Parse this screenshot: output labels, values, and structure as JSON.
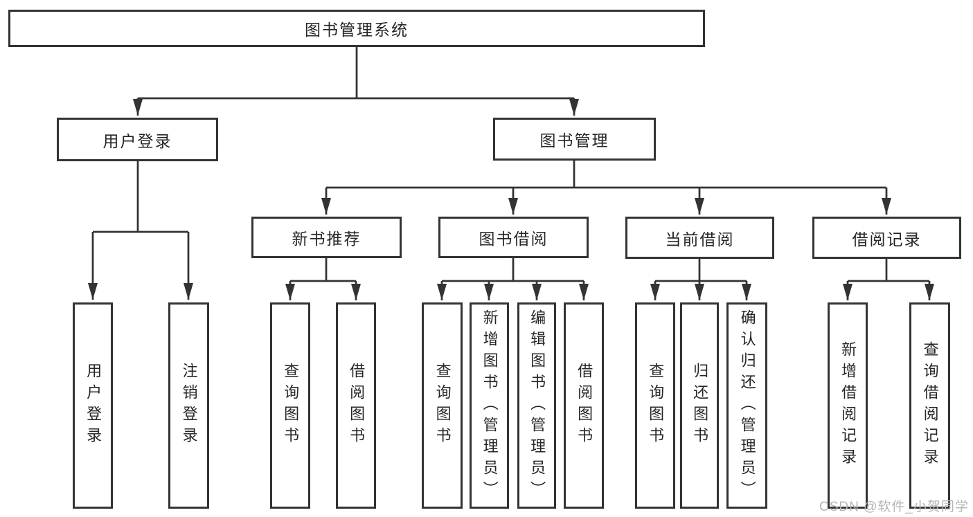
{
  "tree": {
    "label": "图书管理系统",
    "children": [
      {
        "label": "用户登录",
        "children": [
          {
            "label": "用户登录"
          },
          {
            "label": "注销登录"
          }
        ]
      },
      {
        "label": "图书管理",
        "children": [
          {
            "label": "新书推荐",
            "children": [
              {
                "label": "查询图书"
              },
              {
                "label": "借阅图书"
              }
            ]
          },
          {
            "label": "图书借阅",
            "children": [
              {
                "label": "查询图书"
              },
              {
                "label": "新增图书（管理员）"
              },
              {
                "label": "编辑图书（管理员）"
              },
              {
                "label": "借阅图书"
              }
            ]
          },
          {
            "label": "当前借阅",
            "children": [
              {
                "label": "查询图书"
              },
              {
                "label": "归还图书"
              },
              {
                "label": "确认归还（管理员）"
              }
            ]
          },
          {
            "label": "借阅记录",
            "children": [
              {
                "label": "新增借阅记录"
              },
              {
                "label": "查询借阅记录"
              }
            ]
          }
        ]
      }
    ]
  },
  "watermark": {
    "text": "CSDN @软件_小贺同学"
  },
  "colors": {
    "line": "#333333",
    "text": "#262626",
    "watermark": "#b5b5b5",
    "background": "#ffffff"
  }
}
